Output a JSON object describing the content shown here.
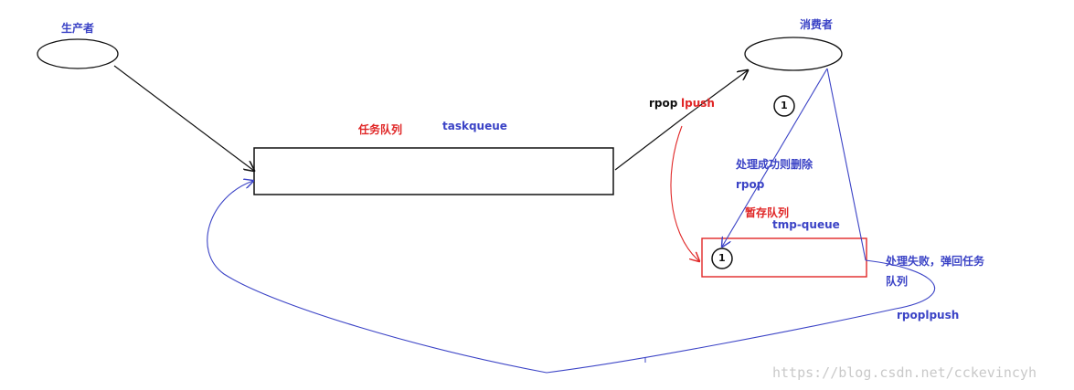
{
  "nodes": {
    "producer": "生产者",
    "consumer": "消费者",
    "task_queue_cn": "任务队列",
    "task_queue_name": "taskqueue",
    "tmp_queue_cn": "暂存队列",
    "tmp_queue_name": "tmp-queue"
  },
  "edges": {
    "rpop": "rpop",
    "lpush": "lpush",
    "success_text": "处理成功则删除",
    "success_cmd": "rpop",
    "fail_text_line1": "处理失败，弹回任务",
    "fail_text_line2": "队列",
    "fail_cmd": "rpoplpush"
  },
  "markers": {
    "step_top": "1",
    "step_box": "1"
  },
  "watermark": "https://blog.csdn.net/cckevincyh",
  "colors": {
    "blue": "#3b43c6",
    "red": "#e02626",
    "black": "#111111"
  }
}
